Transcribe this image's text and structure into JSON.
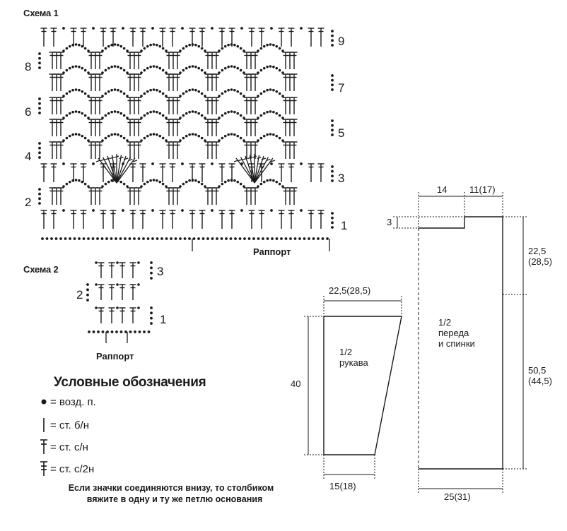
{
  "scheme1": {
    "title": "Схема 1",
    "rows_left": [
      "8",
      "6",
      "4",
      "2"
    ],
    "rows_right": [
      "9",
      "7",
      "5",
      "3",
      "1"
    ],
    "repeat_label": "Раппорт"
  },
  "scheme2": {
    "title": "Схема 2",
    "rows_left": [
      "2"
    ],
    "rows_right": [
      "3",
      "1"
    ],
    "repeat_label": "Раппорт"
  },
  "legend": {
    "title": "Условные обозначения",
    "items": [
      {
        "symbol": "chain-dot",
        "text": "= возд. п."
      },
      {
        "symbol": "single-crochet-line",
        "text": "= ст. б/н"
      },
      {
        "symbol": "double-crochet-cross",
        "text": "= ст. с/н"
      },
      {
        "symbol": "treble-crochet-cross",
        "text": "= ст. с/2н"
      }
    ],
    "note_line1": "Если значки соединяются внизу, то столбиком",
    "note_line2": "вяжите в одну и ту же петлю основания"
  },
  "sleeve": {
    "label_line1": "1/2",
    "label_line2": "рукава",
    "top_width": "22,5(28,5)",
    "height": "40",
    "bottom_width": "15(18)"
  },
  "body": {
    "label_line1": "1/2",
    "label_line2": "переда",
    "label_line3": "и спинки",
    "neck_width": "14",
    "shoulder_width": "11(17)",
    "neck_depth": "3",
    "armhole_height_line1": "22,5",
    "armhole_height_line2": "(28,5)",
    "side_height_line1": "50,5",
    "side_height_line2": "(44,5)",
    "bottom_width": "25(31)"
  }
}
